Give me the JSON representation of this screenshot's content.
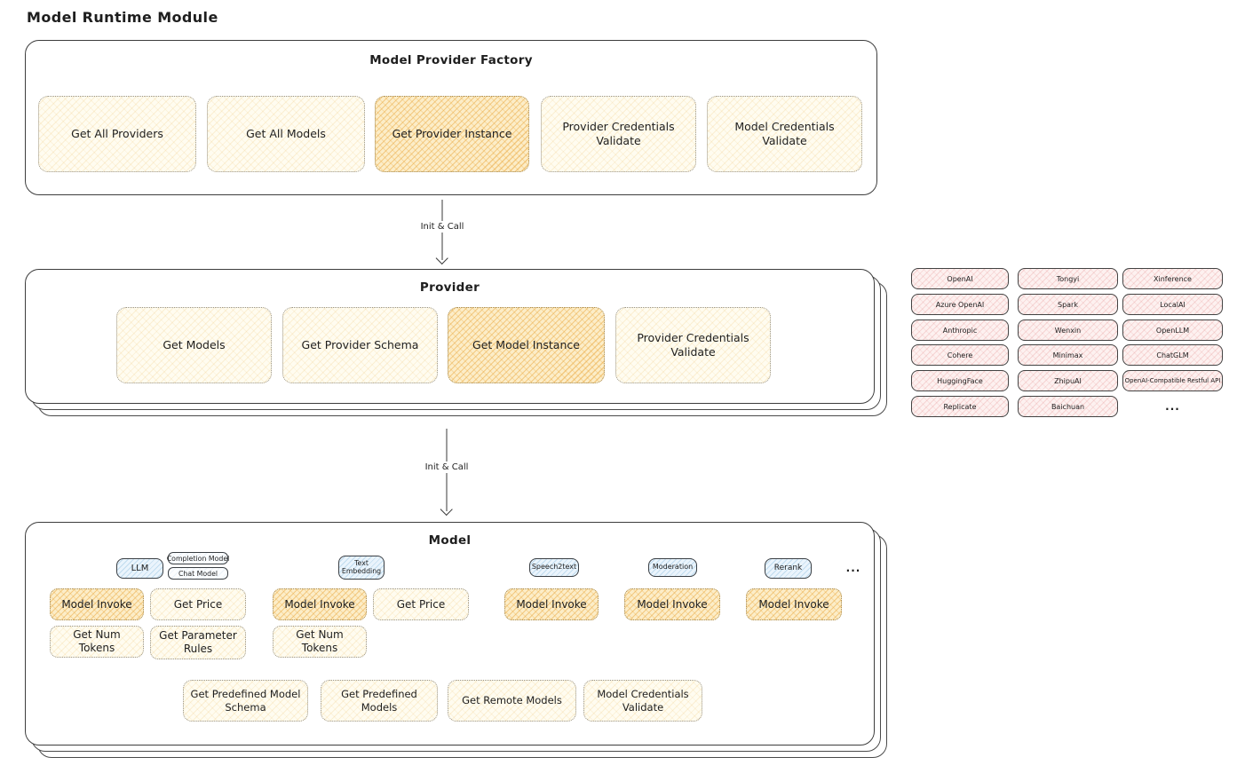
{
  "page_title": "Model Runtime Module",
  "factory": {
    "title": "Model Provider Factory",
    "boxes": [
      "Get All Providers",
      "Get All Models",
      "Get Provider Instance",
      "Provider Credentials Validate",
      "Model Credentials Validate"
    ]
  },
  "arrow1": {
    "label": "Init & Call"
  },
  "provider": {
    "title": "Provider",
    "boxes": [
      "Get Models",
      "Get Provider Schema",
      "Get Model Instance",
      "Provider Credentials Validate"
    ]
  },
  "providers_grid": {
    "rows": [
      [
        "OpenAI",
        "Tongyi",
        "Xinference"
      ],
      [
        "Azure OpenAI",
        "Spark",
        "LocalAI"
      ],
      [
        "Anthropic",
        "Wenxin",
        "OpenLLM"
      ],
      [
        "Cohere",
        "Minimax",
        "ChatGLM"
      ],
      [
        "HuggingFace",
        "ZhipuAI",
        "OpenAI-Compatible Restful API"
      ],
      [
        "Replicate",
        "Baichuan",
        "..."
      ]
    ]
  },
  "arrow2": {
    "label": "Init & Call"
  },
  "model": {
    "title": "Model",
    "tags": {
      "llm": "LLM",
      "completion": "Completion Model",
      "chat": "Chat Model",
      "text_embedding": "Text Embedding",
      "speech2text": "Speech2text",
      "moderation": "Moderation",
      "rerank": "Rerank",
      "more": "..."
    },
    "llm_group": {
      "invoke": "Model Invoke",
      "price": "Get Price",
      "num_tokens": "Get Num Tokens",
      "parameter_rules": "Get Parameter Rules"
    },
    "embedding_group": {
      "invoke": "Model Invoke",
      "price": "Get Price",
      "num_tokens": "Get Num Tokens"
    },
    "speech2text_group": {
      "invoke": "Model Invoke"
    },
    "moderation_group": {
      "invoke": "Model Invoke"
    },
    "rerank_group": {
      "invoke": "Model Invoke"
    },
    "bottom_boxes": [
      "Get Predefined Model Schema",
      "Get Predefined Models",
      "Get Remote Models",
      "Model Credentials Validate"
    ]
  },
  "colors": {
    "yellow_fill": "#fffcf0",
    "highlight_fill": "#fcedc8",
    "pink_fill": "#fdf1f0",
    "blue_fill": "#eaf4fc",
    "border": "#3d3d3d",
    "text": "#1e1e1e"
  }
}
